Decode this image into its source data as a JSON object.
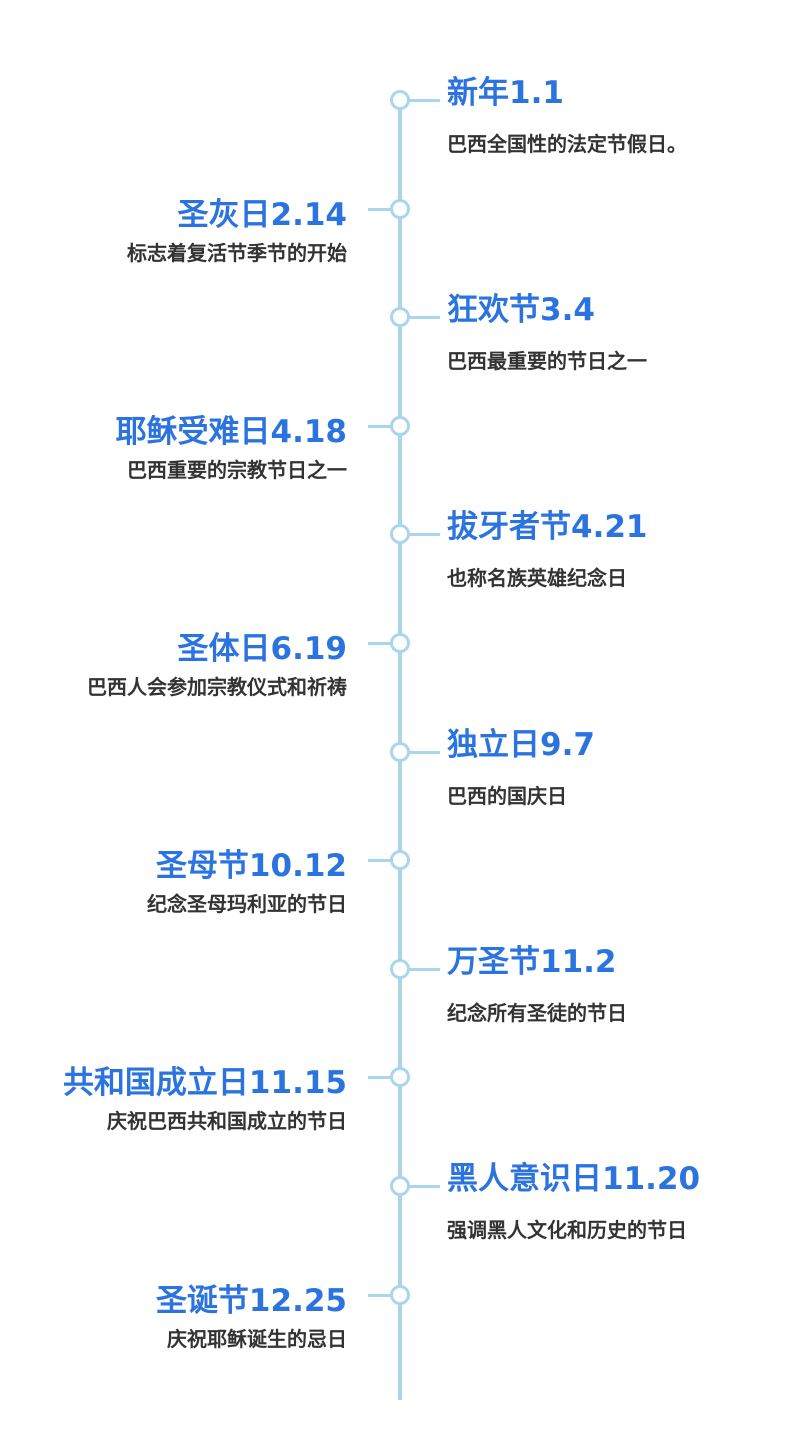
{
  "events": [
    {
      "title": "新年1.1",
      "desc": "巴西全国性的法定节假日。",
      "side": "right"
    },
    {
      "title": "圣灰日2.14",
      "desc": "标志着复活节季节的开始",
      "side": "left"
    },
    {
      "title": "狂欢节3.4",
      "desc": "巴西最重要的节日之一",
      "side": "right"
    },
    {
      "title": "耶稣受难日4.18",
      "desc": "巴西重要的宗教节日之一",
      "side": "left"
    },
    {
      "title": "拔牙者节4.21",
      "desc": "也称名族英雄纪念日",
      "side": "right"
    },
    {
      "title": "圣体日6.19",
      "desc": "巴西人会参加宗教仪式和祈祷",
      "side": "left"
    },
    {
      "title": "独立日9.7",
      "desc": "巴西的国庆日",
      "side": "right"
    },
    {
      "title": "圣母节10.12",
      "desc": "纪念圣母玛利亚的节日",
      "side": "left"
    },
    {
      "title": "万圣节11.2",
      "desc": "纪念所有圣徒的节日",
      "side": "right"
    },
    {
      "title": "共和国成立日11.15",
      "desc": "庆祝巴西共和国成立的节日",
      "side": "left"
    },
    {
      "title": "黑人意识日11.20",
      "desc": "强调黑人文化和历史的节日",
      "side": "right"
    },
    {
      "title": "圣诞节12.25",
      "desc": "庆祝耶稣诞生的忌日",
      "side": "left"
    }
  ]
}
